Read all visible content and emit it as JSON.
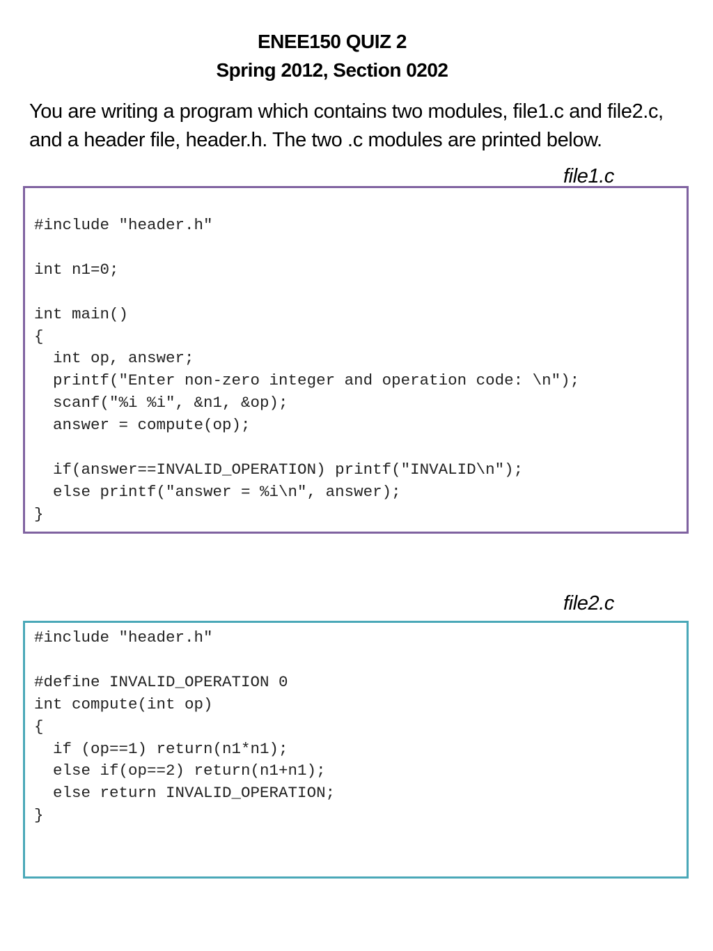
{
  "title": {
    "line1": "ENEE150 QUIZ 2",
    "line2": "Spring 2012, Section 0202"
  },
  "intro": "You are writing a program which contains two modules, file1.c and file2.c, and a header file, header.h. The two .c modules are printed below.",
  "file1": {
    "label": "file1.c",
    "border_color": "#7f62a0",
    "code": "#include \"header.h\"\n\nint n1=0;\n\nint main()\n{\n  int op, answer;\n  printf(\"Enter non-zero integer and operation code: \\n\");\n  scanf(\"%i %i\", &n1, &op);\n  answer = compute(op);\n\n  if(answer==INVALID_OPERATION) printf(\"INVALID\\n\");\n  else printf(\"answer = %i\\n\", answer);\n}"
  },
  "file2": {
    "label": "file2.c",
    "border_color": "#4aa8b8",
    "code": "#include \"header.h\"\n\n#define INVALID_OPERATION 0\nint compute(int op)\n{\n  if (op==1) return(n1*n1);\n  else if(op==2) return(n1+n1);\n  else return INVALID_OPERATION;\n}"
  }
}
